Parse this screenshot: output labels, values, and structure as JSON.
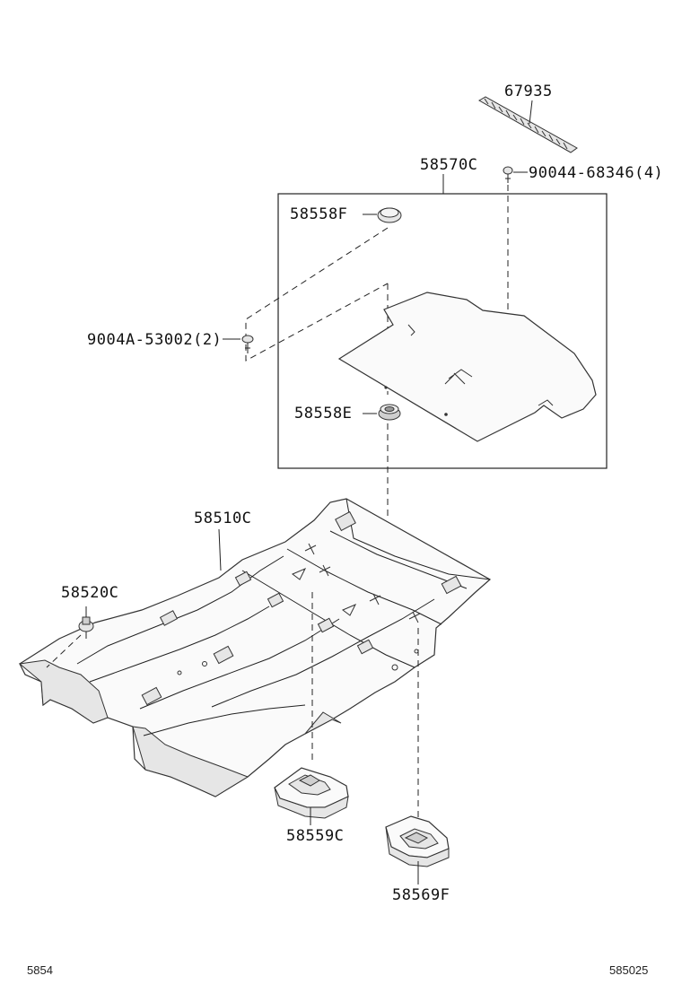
{
  "parts": {
    "p67935": "67935",
    "p58570C": "58570C",
    "p90044": "90044-68346(4)",
    "p58558F": "58558F",
    "p9004A": "9004A-53002(2)",
    "p58558E": "58558E",
    "p58510C": "58510C",
    "p58520C": "58520C",
    "p58559C": "58559C",
    "p58569F": "58569F"
  },
  "footer": {
    "left_code": "5854",
    "right_code": "585025"
  }
}
